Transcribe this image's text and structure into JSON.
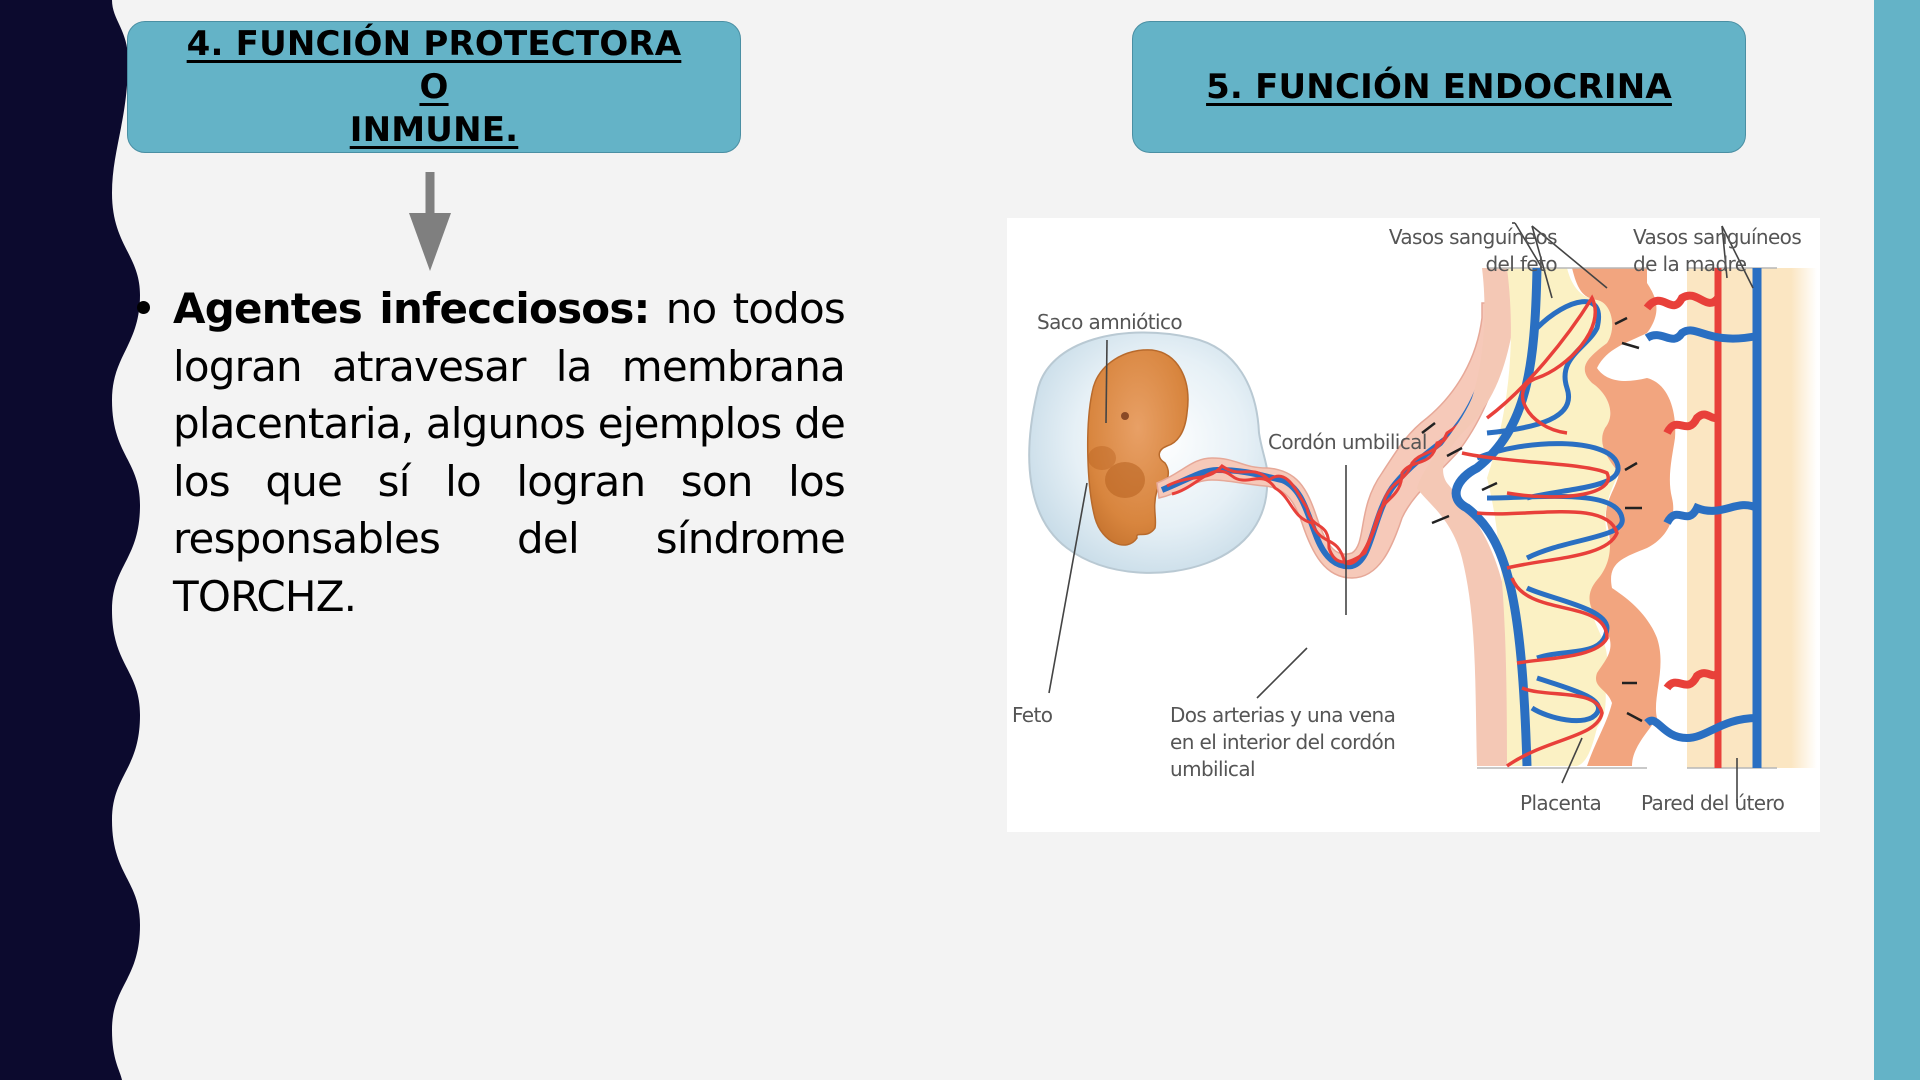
{
  "colors": {
    "background": "#f3f3f3",
    "navy_wave": "#0c0a2e",
    "teal": "#64b3c7",
    "teal_border": "#4a8fa3",
    "arrow_gray": "#7f7f7f"
  },
  "left_section": {
    "title_line1": "4. FUNCIÓN PROTECTORA O",
    "title_line2": "INMUNE.",
    "bullet": {
      "bold_lead": "Agentes infecciosos:",
      "text": " no todos logran atravesar la membrana placentaria, algunos ejemplos de los que sí lo logran son los responsables del síndrome TORCHZ."
    }
  },
  "right_section": {
    "title": "5. FUNCIÓN ENDOCRINA",
    "diagram": {
      "labels": {
        "amniotic_sac": "Saco amniótico",
        "umbilical_cord": "Cordón umbilical",
        "fetal_vessels_line1": "Vasos sanguíneos",
        "fetal_vessels_line2": "del feto",
        "maternal_vessels_line1": "Vasos sanguíneos",
        "maternal_vessels_line2": "de la madre",
        "fetus": "Feto",
        "cord_vessels_line1": "Dos arterias y una vena",
        "cord_vessels_line2": "en el interior del cordón",
        "cord_vessels_line3": "umbilical",
        "placenta": "Placenta",
        "uterine_wall": "Pared del útero"
      }
    }
  }
}
